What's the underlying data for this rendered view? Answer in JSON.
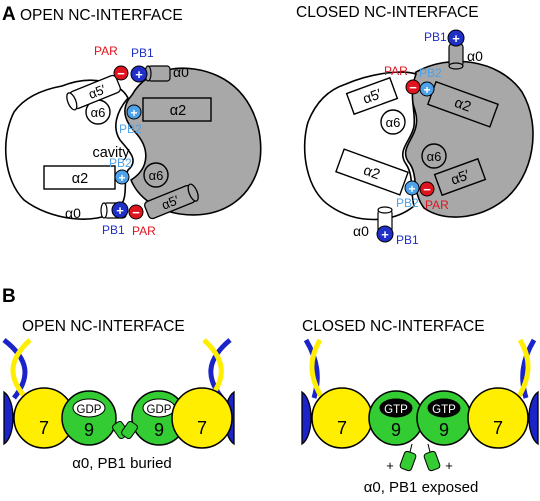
{
  "panel_a": {
    "letter": "A",
    "open_title": "OPEN NC-INTERFACE",
    "closed_title": "CLOSED NC-INTERFACE",
    "open": {
      "cavity": "cavity",
      "white_a2": "α2",
      "gray_a2": "α2",
      "white_a5": "α5′",
      "gray_a5": "α5′",
      "white_a6": "α6",
      "gray_a6": "α6",
      "top_a0": "α0",
      "bottom_a0": "α0",
      "pb1_top": "PB1",
      "pb1_bottom": "PB1",
      "par_top": "PAR",
      "par_bottom": "PAR",
      "pb2_top": "PB2",
      "pb2_bottom": "PB2"
    },
    "closed": {
      "white_a5": "α5′",
      "white_a6": "α6",
      "white_a2": "α2",
      "gray_a2": "α2",
      "gray_a6": "α6",
      "gray_a5": "α5′",
      "top_a0": "α0",
      "bottom_a0": "α0",
      "pb1_top": "PB1",
      "pb1_bottom": "PB1",
      "par_top": "PAR",
      "par_bottom": "PAR",
      "pb2_top": "PB2",
      "pb2_bottom": "PB2"
    },
    "charges": {
      "plus": "+",
      "minus": "−"
    }
  },
  "panel_b": {
    "letter": "B",
    "open_title": "OPEN NC-INTERFACE",
    "closed_title": "CLOSED NC-INTERFACE",
    "open": {
      "sub7_left": "7",
      "sub9_left": "9",
      "sub9_right": "9",
      "sub7_right": "7",
      "nuc_left": "GDP",
      "nuc_right": "GDP",
      "caption": "α0, PB1 buried"
    },
    "closed": {
      "sub7_left": "7",
      "sub9_left": "9",
      "sub9_right": "9",
      "sub7_right": "7",
      "nuc_left": "GTP",
      "nuc_right": "GTP",
      "plus_left": "+",
      "plus_right": "+",
      "caption": "α0, PB1 exposed"
    }
  },
  "colors": {
    "gray_domain": "#a8a8a8",
    "par_red": "#e0141e",
    "pb1_blue": "#1f2fc8",
    "pb2_lightblue": "#4da2ea",
    "yellow": "#ffee00",
    "green": "#33cc33",
    "navy": "#1a24c8"
  }
}
